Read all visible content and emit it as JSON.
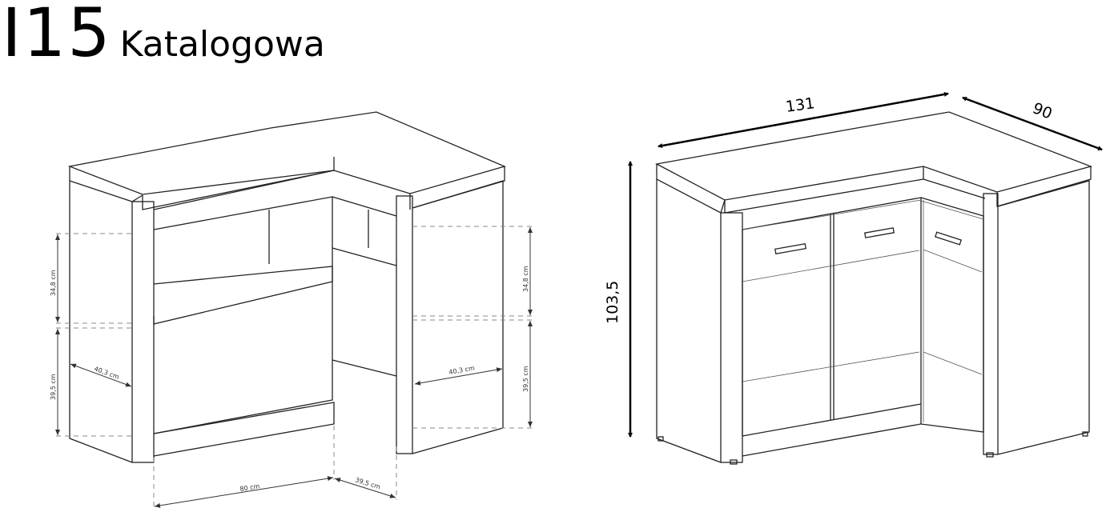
{
  "header": {
    "code": "I15",
    "name": "Katalogowa"
  },
  "left_drawing": {
    "dims": {
      "left_upper_height": "34,8 cm",
      "left_lower_height": "39,5 cm",
      "left_depth": "40,3 cm",
      "right_upper_height": "34,8 cm",
      "right_lower_height": "39,5 cm",
      "right_depth": "40,3 cm",
      "inner_width": "80 cm",
      "corner_width": "39,5 cm"
    }
  },
  "right_drawing": {
    "dims": {
      "width": "131",
      "depth": "90",
      "height": "103,5"
    }
  }
}
